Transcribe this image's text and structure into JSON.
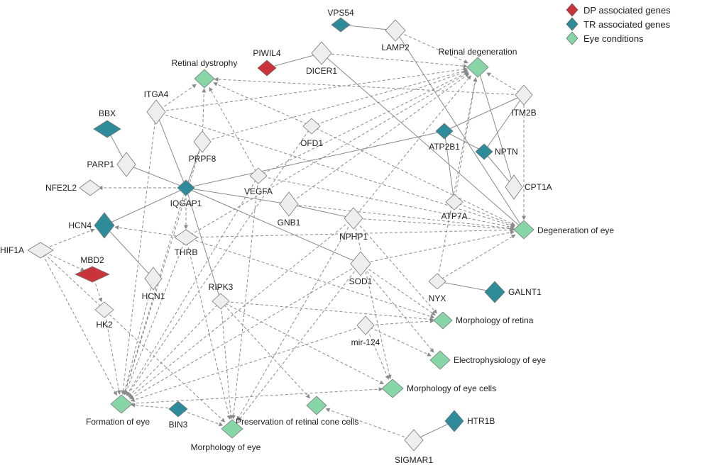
{
  "legend": {
    "items": [
      {
        "label": "DP associated genes",
        "color": "#c8343a"
      },
      {
        "label": "TR associated genes",
        "color": "#2e8b99"
      },
      {
        "label": "Eye conditions",
        "color": "#86d6a8"
      }
    ]
  },
  "colors": {
    "gene": "#eeeeee",
    "edge": "#8a8a8a",
    "node_border": "#777777"
  },
  "nodes": [
    {
      "id": "VPS54",
      "label": "VPS54",
      "type": "tr"
    },
    {
      "id": "LAMP2",
      "label": "LAMP2",
      "type": "gene"
    },
    {
      "id": "PIWIL4",
      "label": "PIWIL4",
      "type": "dp"
    },
    {
      "id": "DICER1",
      "label": "DICER1",
      "type": "gene"
    },
    {
      "id": "RetDeg",
      "label": "Retinal degeneration",
      "type": "eye"
    },
    {
      "id": "RetDys",
      "label": "Retinal dystrophy",
      "type": "eye"
    },
    {
      "id": "ITGA4",
      "label": "ITGA4",
      "type": "gene"
    },
    {
      "id": "ITM2B",
      "label": "ITM2B",
      "type": "gene"
    },
    {
      "id": "BBX",
      "label": "BBX",
      "type": "tr"
    },
    {
      "id": "OFD1",
      "label": "OFD1",
      "type": "gene"
    },
    {
      "id": "ATP2B1",
      "label": "ATP2B1",
      "type": "tr"
    },
    {
      "id": "NPTN",
      "label": "NPTN",
      "type": "tr"
    },
    {
      "id": "PRPF8",
      "label": "PRPF8",
      "type": "gene"
    },
    {
      "id": "PARP1",
      "label": "PARP1",
      "type": "gene"
    },
    {
      "id": "VEGFA",
      "label": "VEGFA",
      "type": "gene"
    },
    {
      "id": "NFE2L2",
      "label": "NFE2L2",
      "type": "gene"
    },
    {
      "id": "IQGAP1",
      "label": "IQGAP1",
      "type": "tr"
    },
    {
      "id": "CPT1A",
      "label": "CPT1A",
      "type": "gene"
    },
    {
      "id": "GNB1",
      "label": "GNB1",
      "type": "gene"
    },
    {
      "id": "ATP7A",
      "label": "ATP7A",
      "type": "gene"
    },
    {
      "id": "HCN4",
      "label": "HCN4",
      "type": "tr"
    },
    {
      "id": "NPHP1",
      "label": "NPHP1",
      "type": "gene"
    },
    {
      "id": "DegEye",
      "label": "Degeneration of eye",
      "type": "eye"
    },
    {
      "id": "THRB",
      "label": "THRB",
      "type": "gene"
    },
    {
      "id": "HIF1A",
      "label": "HIF1A",
      "type": "gene"
    },
    {
      "id": "MBD2",
      "label": "MBD2",
      "type": "dp"
    },
    {
      "id": "SOD1",
      "label": "SOD1",
      "type": "gene"
    },
    {
      "id": "HCN1",
      "label": "HCN1",
      "type": "gene"
    },
    {
      "id": "NYX",
      "label": "NYX",
      "type": "gene"
    },
    {
      "id": "GALNT1",
      "label": "GALNT1",
      "type": "tr"
    },
    {
      "id": "RIPK3",
      "label": "RIPK3",
      "type": "gene"
    },
    {
      "id": "HK2",
      "label": "HK2",
      "type": "gene"
    },
    {
      "id": "MorphRetina",
      "label": "Morphology of retina",
      "type": "eye"
    },
    {
      "id": "mir124",
      "label": "mir-124",
      "type": "gene"
    },
    {
      "id": "Electro",
      "label": "Electrophysiology of eye",
      "type": "eye"
    },
    {
      "id": "MorphCells",
      "label": "Morphology of eye cells",
      "type": "eye"
    },
    {
      "id": "FormEye",
      "label": "Formation of eye",
      "type": "eye"
    },
    {
      "id": "BIN3",
      "label": "BIN3",
      "type": "tr"
    },
    {
      "id": "PresCone",
      "label": "Preservation of retinal cone cells",
      "type": "eye"
    },
    {
      "id": "HTR1B",
      "label": "HTR1B",
      "type": "tr"
    },
    {
      "id": "MorphEye",
      "label": "Morphology of eye",
      "type": "eye"
    },
    {
      "id": "SIGMAR1",
      "label": "SIGMAR1",
      "type": "gene"
    }
  ],
  "edges": [
    [
      "VPS54",
      "LAMP2",
      "solid"
    ],
    [
      "LAMP2",
      "RetDeg",
      "dash"
    ],
    [
      "LAMP2",
      "DegEye",
      "solid"
    ],
    [
      "PIWIL4",
      "DICER1",
      "solid"
    ],
    [
      "DICER1",
      "RetDeg",
      "dash"
    ],
    [
      "DICER1",
      "DegEye",
      "solid"
    ],
    [
      "ITM2B",
      "RetDeg",
      "dash"
    ],
    [
      "ITM2B",
      "RetDys",
      "dash"
    ],
    [
      "ITM2B",
      "DegEye",
      "dash"
    ],
    [
      "ITM2B",
      "ATP2B1",
      "solid"
    ],
    [
      "ITM2B",
      "NPTN",
      "solid"
    ],
    [
      "ITGA4",
      "RetDys",
      "dash"
    ],
    [
      "ITGA4",
      "RetDeg",
      "dash"
    ],
    [
      "ITGA4",
      "IQGAP1",
      "solid"
    ],
    [
      "ITGA4",
      "FormEye",
      "dash"
    ],
    [
      "ITGA4",
      "DegEye",
      "dash"
    ],
    [
      "OFD1",
      "RetDeg",
      "dash"
    ],
    [
      "OFD1",
      "RetDys",
      "dash"
    ],
    [
      "OFD1",
      "DegEye",
      "dash"
    ],
    [
      "OFD1",
      "FormEye",
      "dash"
    ],
    [
      "PRPF8",
      "RetDys",
      "dash"
    ],
    [
      "PRPF8",
      "RetDeg",
      "dash"
    ],
    [
      "PRPF8",
      "IQGAP1",
      "solid"
    ],
    [
      "PRPF8",
      "FormEye",
      "dash"
    ],
    [
      "BBX",
      "PARP1",
      "solid"
    ],
    [
      "PARP1",
      "IQGAP1",
      "solid"
    ],
    [
      "IQGAP1",
      "NFE2L2",
      "dash"
    ],
    [
      "IQGAP1",
      "GNB1",
      "solid"
    ],
    [
      "IQGAP1",
      "SOD1",
      "solid"
    ],
    [
      "IQGAP1",
      "HCN4",
      "solid"
    ],
    [
      "IQGAP1",
      "RIPK3",
      "solid"
    ],
    [
      "IQGAP1",
      "THRB",
      "dash"
    ],
    [
      "IQGAP1",
      "ATP2B1",
      "solid"
    ],
    [
      "IQGAP1",
      "FormEye",
      "dash"
    ],
    [
      "VEGFA",
      "RetDys",
      "dash"
    ],
    [
      "VEGFA",
      "RetDeg",
      "dash"
    ],
    [
      "VEGFA",
      "DegEye",
      "dash"
    ],
    [
      "VEGFA",
      "FormEye",
      "dash"
    ],
    [
      "VEGFA",
      "MorphEye",
      "dash"
    ],
    [
      "ATP2B1",
      "NPTN",
      "solid"
    ],
    [
      "ATP2B1",
      "ATP7A",
      "solid"
    ],
    [
      "NPTN",
      "CPT1A",
      "solid"
    ],
    [
      "CPT1A",
      "RetDeg",
      "solid"
    ],
    [
      "ATP7A",
      "RetDeg",
      "dash"
    ],
    [
      "ATP7A",
      "DegEye",
      "dash"
    ],
    [
      "GNB1",
      "NPHP1",
      "solid"
    ],
    [
      "GNB1",
      "RetDeg",
      "dash"
    ],
    [
      "GNB1",
      "DegEye",
      "dash"
    ],
    [
      "NPHP1",
      "RetDeg",
      "dash"
    ],
    [
      "NPHP1",
      "DegEye",
      "dash"
    ],
    [
      "NPHP1",
      "MorphCells",
      "dash"
    ],
    [
      "NPHP1",
      "FormEye",
      "dash"
    ],
    [
      "NPHP1",
      "MorphEye",
      "dash"
    ],
    [
      "NPHP1",
      "MorphRetina",
      "dash"
    ],
    [
      "THRB",
      "HCN4",
      "dash"
    ],
    [
      "THRB",
      "DegEye",
      "dash"
    ],
    [
      "THRB",
      "MorphRetina",
      "dash"
    ],
    [
      "THRB",
      "FormEye",
      "dash"
    ],
    [
      "THRB",
      "MorphEye",
      "dash"
    ],
    [
      "THRB",
      "RetDeg",
      "dash"
    ],
    [
      "HIF1A",
      "MBD2",
      "dash"
    ],
    [
      "HIF1A",
      "HCN4",
      "dash"
    ],
    [
      "HIF1A",
      "FormEye",
      "dash"
    ],
    [
      "HIF1A",
      "MorphEye",
      "dash"
    ],
    [
      "MBD2",
      "HK2",
      "dash"
    ],
    [
      "HK2",
      "FormEye",
      "dash"
    ],
    [
      "HCN1",
      "HCN4",
      "solid"
    ],
    [
      "HCN1",
      "FormEye",
      "dash"
    ],
    [
      "SOD1",
      "DegEye",
      "dash"
    ],
    [
      "SOD1",
      "Electro",
      "dash"
    ],
    [
      "SOD1",
      "MorphRetina",
      "dash"
    ],
    [
      "SOD1",
      "FormEye",
      "dash"
    ],
    [
      "SOD1",
      "MorphEye",
      "dash"
    ],
    [
      "RIPK3",
      "MorphRetina",
      "dash"
    ],
    [
      "RIPK3",
      "MorphCells",
      "dash"
    ],
    [
      "RIPK3",
      "PresCone",
      "dash"
    ],
    [
      "RIPK3",
      "FormEye",
      "dash"
    ],
    [
      "RIPK3",
      "MorphEye",
      "dash"
    ],
    [
      "mir124",
      "MorphRetina",
      "dash"
    ],
    [
      "mir124",
      "Electro",
      "dash"
    ],
    [
      "mir124",
      "MorphCells",
      "dash"
    ],
    [
      "mir124",
      "FormEye",
      "dash"
    ],
    [
      "NYX",
      "GALNT1",
      "solid"
    ],
    [
      "NYX",
      "DegEye",
      "dash"
    ],
    [
      "NYX",
      "RetDeg",
      "dash"
    ],
    [
      "BIN3",
      "FormEye",
      "dash"
    ],
    [
      "BIN3",
      "MorphEye",
      "dash"
    ],
    [
      "FormEye",
      "MorphCells",
      "dash"
    ],
    [
      "SIGMAR1",
      "HTR1B",
      "solid"
    ],
    [
      "SIGMAR1",
      "PresCone",
      "dash"
    ]
  ]
}
